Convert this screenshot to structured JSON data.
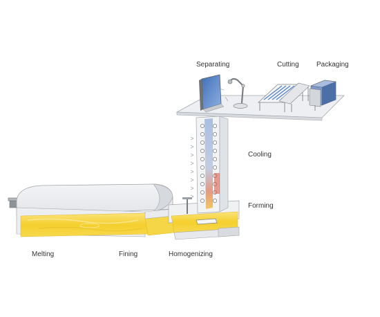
{
  "labels": {
    "separating": "Separating",
    "cutting": "Cutting",
    "packaging": "Packaging",
    "cooling": "Cooling",
    "forming": "Forming",
    "melting": "Melting",
    "fining": "Fining",
    "homogenizing": "Homogenizing"
  },
  "colors": {
    "glass_melt": "#f5d23a",
    "glass_melt_light": "#fbe88a",
    "glass_sheet_blue": "#5a86c8",
    "hot_red": "#d9503a",
    "frame_gray": "#bfc3c8",
    "outline": "#8d9196"
  }
}
